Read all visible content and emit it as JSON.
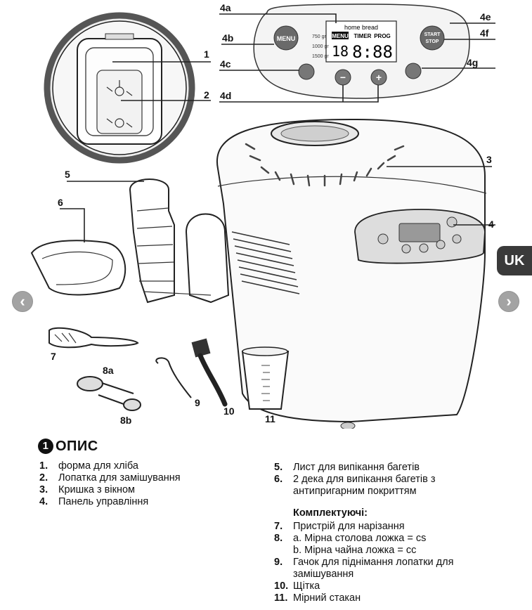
{
  "diagram": {
    "callouts": [
      "1",
      "2",
      "3",
      "4",
      "4a",
      "4b",
      "4c",
      "4d",
      "4e",
      "4f",
      "4g",
      "5",
      "6",
      "7",
      "8a",
      "8b",
      "9",
      "10",
      "11"
    ],
    "panel": {
      "menu_button": "MENU",
      "start_line1": "START",
      "start_line2": "STOP",
      "display_top": "home bread",
      "display_menu": "MENU",
      "display_timer": "TIMER",
      "display_prog": "PROG",
      "display_num": "18",
      "display_time": "8:88",
      "weights": [
        "750 gr",
        "1000 gr",
        "1500 gr"
      ]
    }
  },
  "nav": {
    "uk_tab": "UK",
    "prev": "‹",
    "next": "›"
  },
  "section": {
    "number": "1",
    "title": "ОПИС"
  },
  "list_left": [
    {
      "n": "1.",
      "text": "форма для хліба"
    },
    {
      "n": "2.",
      "text": "Лопатка для замішування"
    },
    {
      "n": "3.",
      "text": "Кришка з вікном"
    },
    {
      "n": "4.",
      "text": "Панель управління"
    }
  ],
  "list_right": [
    {
      "n": "5.",
      "text": "Лист для випікання багетів"
    },
    {
      "n": "6.",
      "text": "2 дека для випікання багетів з антипригарним покриттям"
    }
  ],
  "accessories_title": "Комплектуючі:",
  "accessories": [
    {
      "n": "7.",
      "text": "Пристрій для нарізання"
    },
    {
      "n": "8.",
      "text": "a. Мірна столова ложка = cs"
    },
    {
      "n": "",
      "text": "b. Мірна чайна ложка = cc"
    },
    {
      "n": "9.",
      "text": "Гачок для піднімання лопатки для замішування"
    },
    {
      "n": "10.",
      "text": "Щітка"
    },
    {
      "n": "11.",
      "text": "Мірний стакан"
    }
  ]
}
